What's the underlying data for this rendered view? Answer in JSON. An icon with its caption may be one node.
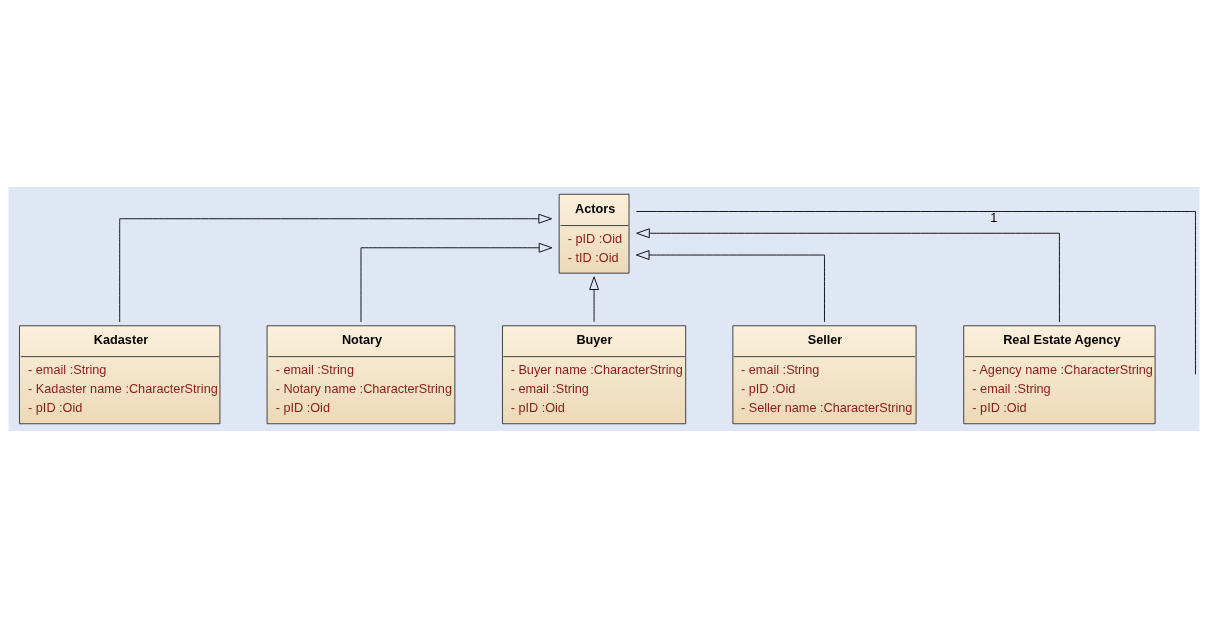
{
  "diagram": {
    "nodes": [
      {
        "text": [
          "Actors",
          "- pID :Oid",
          "- tID :Oid"
        ]
      },
      {
        "text": [
          "Kadaster",
          "- email :String",
          "- Kadaster name :CharacterString",
          "- pID :Oid"
        ]
      },
      {
        "text": [
          "Notary",
          "- email :String",
          "- Notary name :CharacterString",
          "- pID :Oid"
        ]
      },
      {
        "text": [
          "Buyer",
          "- Buyer name :CharacterString",
          "- email :String",
          "- pID :Oid"
        ]
      },
      {
        "text": [
          "Seller",
          "- email :String",
          "- pID :Oid",
          "- Seller name :CharacterString"
        ]
      },
      {
        "text": [
          "Real Estate Agency",
          "- Agency name :CharacterString",
          "- email :String",
          "- pID :Oid"
        ]
      }
    ],
    "edges": [
      {
        "from": null,
        "to": 0,
        "arrow": "none",
        "label": "1"
      },
      {
        "from": 1,
        "to": 0,
        "arrow": "to"
      },
      {
        "from": 3,
        "to": 0,
        "arrow": "to"
      },
      {
        "from": 4,
        "to": 0,
        "arrow": "to"
      },
      {
        "from": 5,
        "to": 0,
        "arrow": "to"
      },
      {
        "from": 2,
        "to": 0,
        "arrow": "to"
      }
    ]
  }
}
